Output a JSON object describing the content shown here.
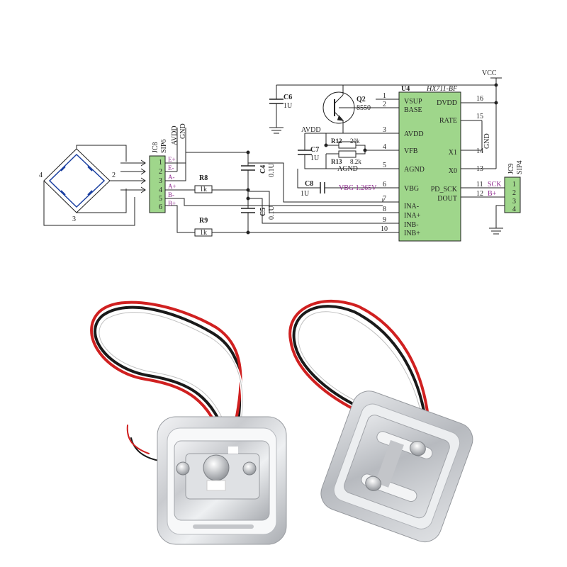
{
  "schematic": {
    "chip": {
      "designator": "U4",
      "part": "HX711-BF",
      "left_pins": [
        {
          "num": "1",
          "name": "VSUP"
        },
        {
          "num": "2",
          "name": "BASE"
        },
        {
          "num": "3",
          "name": "AVDD"
        },
        {
          "num": "4",
          "name": "VFB"
        },
        {
          "num": "5",
          "name": "AGND"
        },
        {
          "num": "6",
          "name": "VBG"
        },
        {
          "num": "7",
          "name": "INA-"
        },
        {
          "num": "8",
          "name": "INA+"
        },
        {
          "num": "9",
          "name": "INB-"
        },
        {
          "num": "10",
          "name": "INB+"
        }
      ],
      "right_pins": [
        {
          "num": "16",
          "name": "DVDD"
        },
        {
          "num": "15",
          "name": "RATE"
        },
        {
          "num": "14",
          "name": "X1"
        },
        {
          "num": "13",
          "name": "X0"
        },
        {
          "num": "11",
          "name": "PD_SCK"
        },
        {
          "num": "12",
          "name": "DOUT"
        }
      ]
    },
    "transistor": {
      "ref": "Q2",
      "value": "8550"
    },
    "capacitors": [
      {
        "ref": "C6",
        "value": "1U"
      },
      {
        "ref": "C7",
        "value": "1U"
      },
      {
        "ref": "C8",
        "value": "1U"
      },
      {
        "ref": "C4",
        "value": "0.1U"
      },
      {
        "ref": "C5",
        "value": "0.1U"
      }
    ],
    "resistors": [
      {
        "ref": "R12",
        "value": "20k"
      },
      {
        "ref": "R13",
        "value": "8.2k"
      },
      {
        "ref": "R8",
        "value": "1k"
      },
      {
        "ref": "R9",
        "value": "1k"
      }
    ],
    "connector_jc8": {
      "ref": "JC8",
      "type": "SIP6",
      "pins": [
        "1",
        "2",
        "3",
        "4",
        "5",
        "6"
      ],
      "signals": [
        "E+",
        "E-",
        "A-",
        "A+",
        "B-",
        "B+"
      ],
      "labels": [
        "AVDD",
        "GND"
      ]
    },
    "connector_jc9": {
      "ref": "JC9",
      "type": "SIP4",
      "pins": [
        "1",
        "2",
        "3",
        "4"
      ],
      "signals": [
        "SCK",
        "B+"
      ]
    },
    "net_labels": {
      "vcc": "VCC",
      "gnd": "GND",
      "avdd": "AVDD",
      "agnd": "AGND",
      "vbg": "VBG 1.265V"
    },
    "bridge_nodes": [
      "4",
      "2",
      "3"
    ]
  },
  "photo": {
    "subject": "two half-bridge load cells with red, black and white wires",
    "wire_colors": [
      "#d02020",
      "#1a1a1a",
      "#ffffff"
    ],
    "metal_color": "#c8c9cc"
  }
}
